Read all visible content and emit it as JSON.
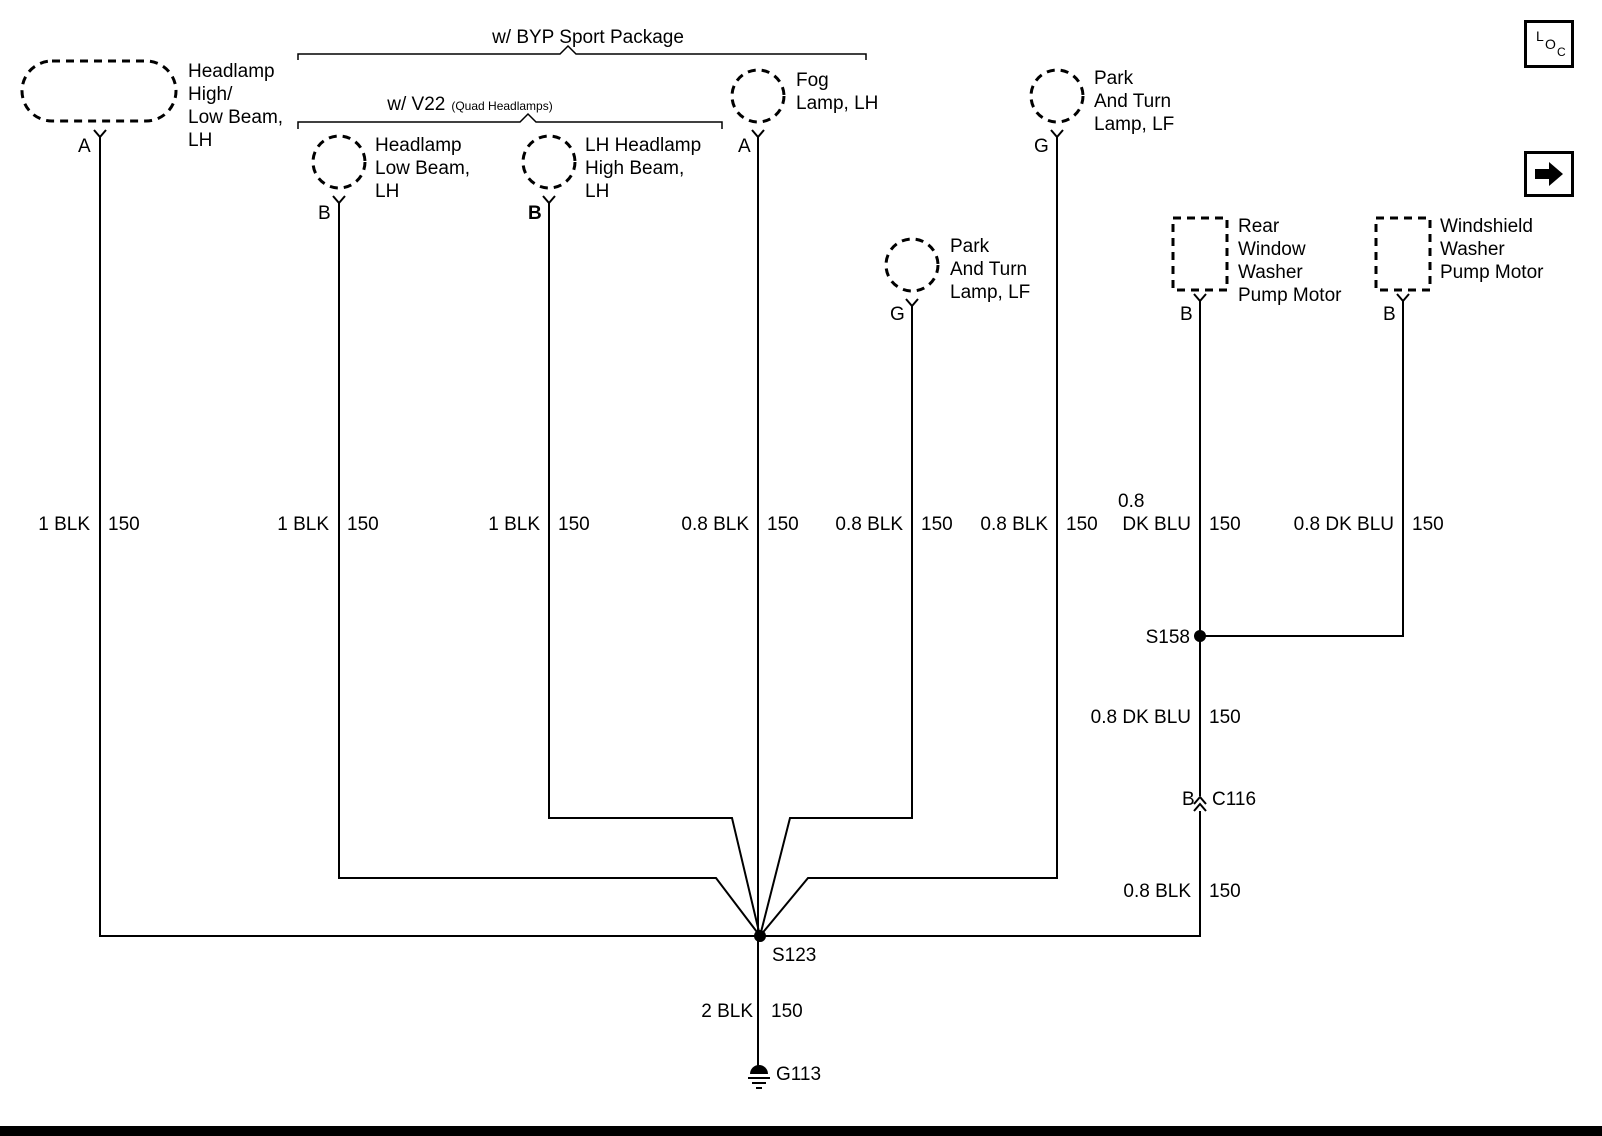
{
  "brackets": {
    "sport": "w/ BYP Sport Package",
    "v22": "w/ V22",
    "v22_sub": "(Quad Headlamps)"
  },
  "components": {
    "headlamp_hilo": [
      "Headlamp",
      "High/",
      "Low Beam,",
      "LH"
    ],
    "headlamp_low": [
      "Headlamp",
      "Low Beam,",
      "LH"
    ],
    "headlamp_high": [
      "LH Headlamp",
      "High Beam,",
      "LH"
    ],
    "fog": [
      "Fog",
      "Lamp, LH"
    ],
    "park_turn_1": [
      "Park",
      "And Turn",
      "Lamp, LF"
    ],
    "park_turn_2": [
      "Park",
      "And Turn",
      "Lamp, LF"
    ],
    "rear_washer": [
      "Rear",
      "Window",
      "Washer",
      "Pump Motor"
    ],
    "ws_washer": [
      "Windshield",
      "Washer",
      "Pump Motor"
    ]
  },
  "pins": {
    "headlamp_hilo": "A",
    "headlamp_low": "B",
    "headlamp_high": "B",
    "fog": "A",
    "park_turn_1": "G",
    "park_turn_2": "G",
    "rear_washer": "B",
    "ws_washer": "B",
    "c116_pin": "B"
  },
  "wires": {
    "w1_color": "1 BLK",
    "w1_circuit": "150",
    "w2_color": "1 BLK",
    "w2_circuit": "150",
    "w3_color": "1 BLK",
    "w3_circuit": "150",
    "w4_color": "0.8 BLK",
    "w4_circuit": "150",
    "w5_color": "0.8 BLK",
    "w5_circuit": "150",
    "w6_color": "0.8 BLK",
    "w6_circuit": "150",
    "w7_size": "0.8",
    "w7_color": "DK BLU",
    "w7_circuit": "150",
    "w8_color": "0.8 DK BLU",
    "w8_circuit": "150",
    "w9_color": "0.8 DK BLU",
    "w9_circuit": "150",
    "w10_color": "0.8 BLK",
    "w10_circuit": "150",
    "w11_color": "2 BLK",
    "w11_circuit": "150"
  },
  "nodes": {
    "s123": "S123",
    "s158": "S158",
    "c116": "C116",
    "g113": "G113"
  },
  "icons": {
    "loc_l": "L",
    "loc_o": "O",
    "loc_c": "C",
    "next": "right-arrow-icon"
  }
}
